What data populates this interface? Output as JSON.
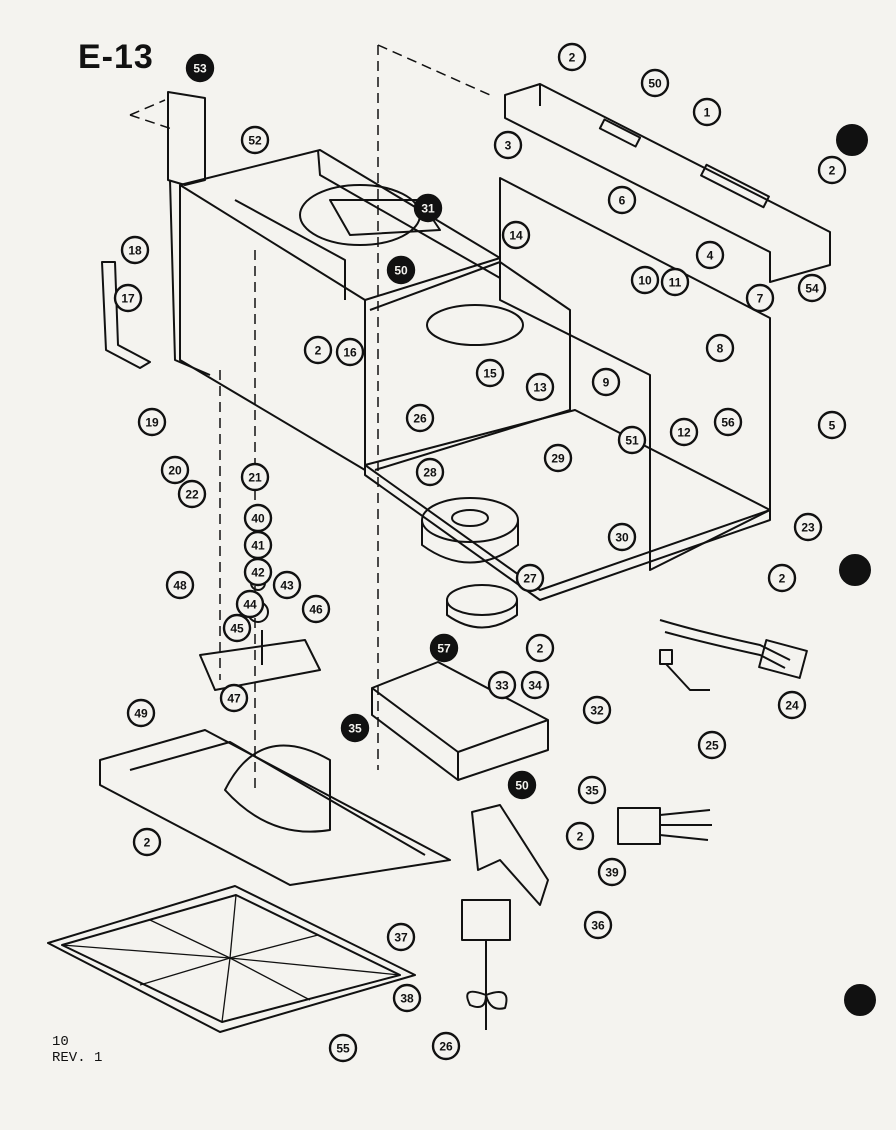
{
  "diagram": {
    "heading": "E-13",
    "footer_lines": [
      "10",
      "REV. 1"
    ],
    "callouts": [
      {
        "id": "c53",
        "label": "53",
        "filled": true
      },
      {
        "id": "c52",
        "label": "52",
        "filled": false
      },
      {
        "id": "c2a",
        "label": "2",
        "filled": false
      },
      {
        "id": "c50a",
        "label": "50",
        "filled": false
      },
      {
        "id": "c1",
        "label": "1",
        "filled": false
      },
      {
        "id": "c3",
        "label": "3",
        "filled": false
      },
      {
        "id": "c6",
        "label": "6",
        "filled": false
      },
      {
        "id": "c2b",
        "label": "2",
        "filled": false
      },
      {
        "id": "c31",
        "label": "31",
        "filled": true
      },
      {
        "id": "c14",
        "label": "14",
        "filled": false
      },
      {
        "id": "c4",
        "label": "4",
        "filled": false
      },
      {
        "id": "c18",
        "label": "18",
        "filled": false
      },
      {
        "id": "c17",
        "label": "17",
        "filled": false
      },
      {
        "id": "c50b",
        "label": "50",
        "filled": true
      },
      {
        "id": "c10",
        "label": "10",
        "filled": false
      },
      {
        "id": "c11",
        "label": "11",
        "filled": false
      },
      {
        "id": "c7",
        "label": "7",
        "filled": false
      },
      {
        "id": "c54",
        "label": "54",
        "filled": false
      },
      {
        "id": "c2c",
        "label": "2",
        "filled": false
      },
      {
        "id": "c16",
        "label": "16",
        "filled": false
      },
      {
        "id": "c8a",
        "label": "8",
        "filled": false
      },
      {
        "id": "c15",
        "label": "15",
        "filled": false
      },
      {
        "id": "c13",
        "label": "13",
        "filled": false
      },
      {
        "id": "c9",
        "label": "9",
        "filled": false
      },
      {
        "id": "c56",
        "label": "56",
        "filled": false
      },
      {
        "id": "c19",
        "label": "19",
        "filled": false
      },
      {
        "id": "c26a",
        "label": "26",
        "filled": false
      },
      {
        "id": "c51",
        "label": "51",
        "filled": false
      },
      {
        "id": "c12",
        "label": "12",
        "filled": false
      },
      {
        "id": "c5",
        "label": "5",
        "filled": false
      },
      {
        "id": "c20",
        "label": "20",
        "filled": false
      },
      {
        "id": "c21",
        "label": "21",
        "filled": false
      },
      {
        "id": "c28",
        "label": "28",
        "filled": false
      },
      {
        "id": "c29",
        "label": "29",
        "filled": false
      },
      {
        "id": "c22",
        "label": "22",
        "filled": false
      },
      {
        "id": "c40",
        "label": "40",
        "filled": false
      },
      {
        "id": "c30",
        "label": "30",
        "filled": false
      },
      {
        "id": "c23",
        "label": "23",
        "filled": false
      },
      {
        "id": "c41",
        "label": "41",
        "filled": false
      },
      {
        "id": "c48",
        "label": "48",
        "filled": false
      },
      {
        "id": "c42",
        "label": "42",
        "filled": false
      },
      {
        "id": "c43",
        "label": "43",
        "filled": false
      },
      {
        "id": "c27",
        "label": "27",
        "filled": false
      },
      {
        "id": "c2d",
        "label": "2",
        "filled": false
      },
      {
        "id": "c44",
        "label": "44",
        "filled": false
      },
      {
        "id": "c46",
        "label": "46",
        "filled": false
      },
      {
        "id": "c45",
        "label": "45",
        "filled": false
      },
      {
        "id": "c57",
        "label": "57",
        "filled": true
      },
      {
        "id": "c2e",
        "label": "2",
        "filled": false
      },
      {
        "id": "c47",
        "label": "47",
        "filled": false
      },
      {
        "id": "c33",
        "label": "33",
        "filled": false
      },
      {
        "id": "c34",
        "label": "34",
        "filled": false
      },
      {
        "id": "c24",
        "label": "24",
        "filled": false
      },
      {
        "id": "c49",
        "label": "49",
        "filled": false
      },
      {
        "id": "c35a",
        "label": "35",
        "filled": true
      },
      {
        "id": "c32",
        "label": "32",
        "filled": false
      },
      {
        "id": "c25",
        "label": "25",
        "filled": false
      },
      {
        "id": "c50c",
        "label": "50",
        "filled": true
      },
      {
        "id": "c35b",
        "label": "35",
        "filled": false
      },
      {
        "id": "c2f",
        "label": "2",
        "filled": false
      },
      {
        "id": "c2g",
        "label": "2",
        "filled": false
      },
      {
        "id": "c39",
        "label": "39",
        "filled": false
      },
      {
        "id": "c36",
        "label": "36",
        "filled": false
      },
      {
        "id": "c37",
        "label": "37",
        "filled": false
      },
      {
        "id": "c38",
        "label": "38",
        "filled": false
      },
      {
        "id": "c55",
        "label": "55",
        "filled": false
      },
      {
        "id": "c26b",
        "label": "26",
        "filled": false
      }
    ]
  }
}
